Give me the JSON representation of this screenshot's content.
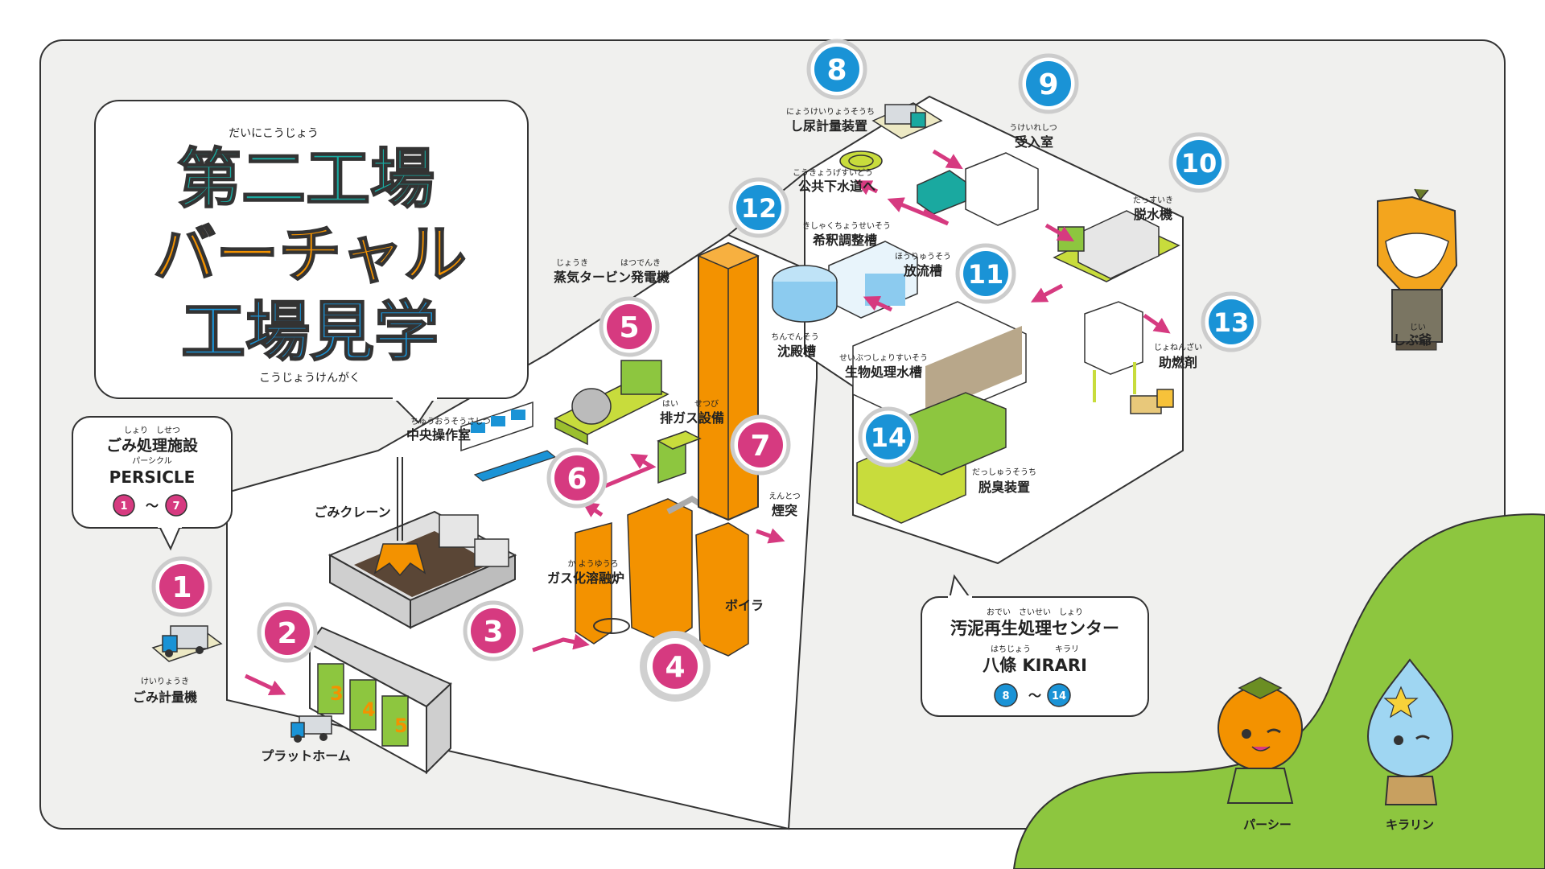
{
  "title": {
    "line1": "第二工場",
    "line2": "バーチャル",
    "line3": "工場見学",
    "ruby_top": "だいにこうじょう",
    "ruby_bottom": "こうじょうけんがく"
  },
  "persicle": {
    "ruby": "しょり　しせつ",
    "name": "ごみ処理施設",
    "en_ruby": "パーシクル",
    "en": "PERSICLE",
    "from": "1",
    "to": "7",
    "tilde": "〜"
  },
  "kirari": {
    "ruby": "おでい　さいせい　しょり",
    "name": "汚泥再生処理センター",
    "sub_ruby": "はちじょう　　　キラリ",
    "sub": "八條 KIRARI",
    "from": "8",
    "to": "14",
    "tilde": "〜"
  },
  "stops": [
    {
      "num": "1",
      "color": "#d63a80"
    },
    {
      "num": "2",
      "color": "#d63a80"
    },
    {
      "num": "3",
      "color": "#d63a80"
    },
    {
      "num": "4",
      "color": "#d63a80"
    },
    {
      "num": "5",
      "color": "#d63a80"
    },
    {
      "num": "6",
      "color": "#d63a80"
    },
    {
      "num": "7",
      "color": "#d63a80"
    },
    {
      "num": "8",
      "color": "#1a93d6"
    },
    {
      "num": "9",
      "color": "#1a93d6"
    },
    {
      "num": "10",
      "color": "#1a93d6"
    },
    {
      "num": "11",
      "color": "#1a93d6"
    },
    {
      "num": "12",
      "color": "#1a93d6"
    },
    {
      "num": "13",
      "color": "#1a93d6"
    },
    {
      "num": "14",
      "color": "#1a93d6"
    }
  ],
  "labels": {
    "scale": {
      "ruby": "けいりょうき",
      "text": "ごみ計量機"
    },
    "platform": {
      "text": "プラットホーム"
    },
    "crane": {
      "text": "ごみクレーン"
    },
    "control": {
      "ruby": "ちゅうおうそうさしつ",
      "text": "中央操作室"
    },
    "turbine": {
      "ruby": "じょうき　　　　はつでんき",
      "text": "蒸気タービン発電機"
    },
    "gas": {
      "ruby": "はい　　せつび",
      "text": "排ガス設備"
    },
    "chimney": {
      "ruby": "えんとつ",
      "text": "煙突"
    },
    "furnace": {
      "ruby": "か ようゆうろ",
      "text": "ガス化溶融炉"
    },
    "boiler": {
      "text": "ボイラ"
    },
    "measure": {
      "ruby": "にょうけいりょうそうち",
      "text": "し尿計量装置"
    },
    "sewer": {
      "ruby": "こうきょうげすいどう",
      "text": "公共下水道へ"
    },
    "receive": {
      "ruby": "うけいれしつ",
      "text": "受入室"
    },
    "dilute": {
      "ruby": "きしゃくちょうせいそう",
      "text": "希釈調整槽"
    },
    "discharge": {
      "ruby": "ほうりゅうそう",
      "text": "放流槽"
    },
    "settle": {
      "ruby": "ちんでんそう",
      "text": "沈殿槽"
    },
    "bio": {
      "ruby": "せいぶつしょりすいそう",
      "text": "生物処理水槽"
    },
    "dewater": {
      "ruby": "だっすいき",
      "text": "脱水機"
    },
    "fuel": {
      "ruby": "じょねんざい",
      "text": "助燃剤"
    },
    "deodor": {
      "ruby": "だっしゅうそうち",
      "text": "脱臭装置"
    }
  },
  "bays": [
    "3",
    "4",
    "5"
  ],
  "characters": {
    "shibu": {
      "ruby": "じい",
      "name": "しぶ爺"
    },
    "parcy": {
      "name": "パーシー"
    },
    "kirarin": {
      "name": "キラリン"
    }
  },
  "colors": {
    "pink": "#d63a80",
    "blue": "#1a93d6",
    "orange": "#f39200",
    "green": "#8dc63f",
    "lime": "#c8dc3c"
  }
}
